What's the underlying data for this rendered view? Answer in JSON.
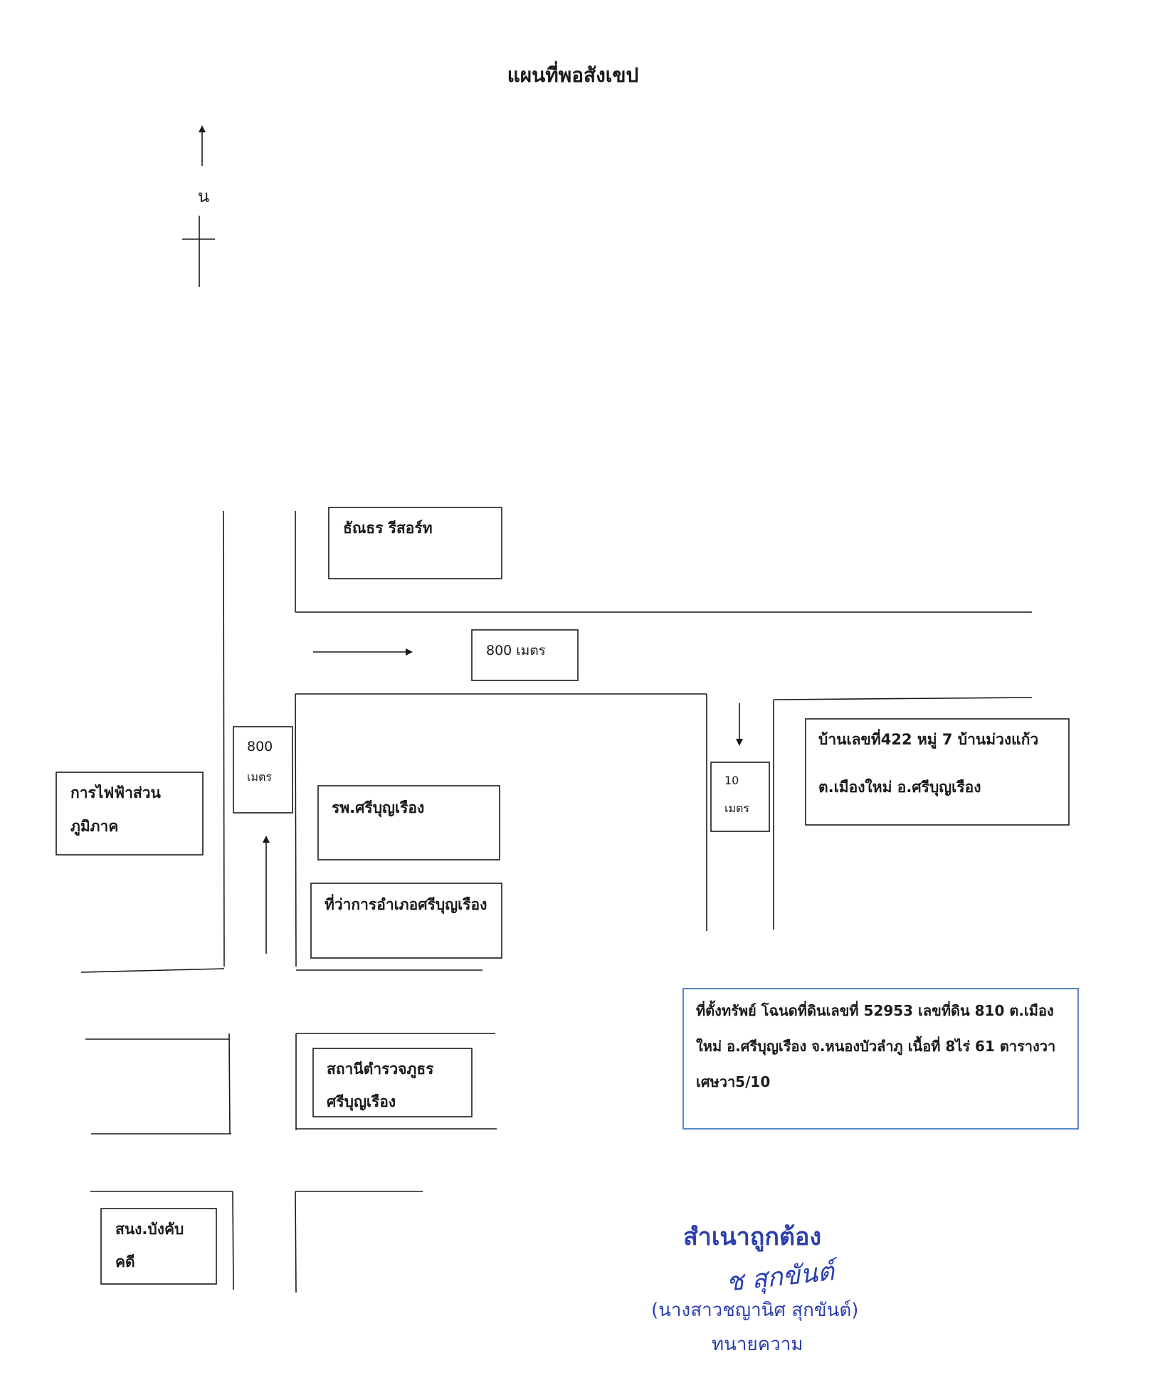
{
  "title": "แผนที่พอสังเขป",
  "north_label": "น",
  "places": {
    "thanathorn": "ธัณธร รีสอร์ท",
    "hospital": "รพ.ศรีบุญเรือง",
    "district_office": "ที่ว่าการอำเภอศรีบุญเรือง",
    "pea": {
      "line1": "การไฟฟ้าส่วน",
      "line2": "ภูมิภาค"
    },
    "police": {
      "line1": "สถานีตำรวจภูธร",
      "line2": "ศรีบุญเรือง"
    },
    "legal_office": {
      "line1": "สนง.บังคับ",
      "line2": "คดี"
    },
    "house": {
      "line1": "บ้านเลขที่422 หมู่ 7 บ้านม่วงแก้ว",
      "line2": "ต.เมืองใหม่ อ.ศรีบุญเรือง"
    }
  },
  "distances": {
    "horizontal": "800 เมตร",
    "vertical": {
      "value": "800",
      "unit": "เมตร"
    },
    "small": {
      "value": "10",
      "unit": "เมตร"
    }
  },
  "property_info": {
    "line1": "ที่ตั้งทรัพย์ โฉนดที่ดินเลขที่ 52953 เลขที่ดิน 810 ต.เมือง",
    "line2": "ใหม่ อ.ศรีบุญเรือง จ.หนองบัวลำภู เนื้อที่ 8ไร่ 61 ตารางวา",
    "line3": "เศษวา5/10"
  },
  "certification": {
    "stamp": "สำเนาถูกต้อง",
    "signature": "ช สุกขันต์",
    "name": "(นางสาวชญานิศ สุกขันต์)",
    "position": "ทนายความ"
  },
  "colors": {
    "ink": "#1a1a1a",
    "stamp_blue": "#2b3fb0",
    "info_border": "#5b86c9"
  }
}
